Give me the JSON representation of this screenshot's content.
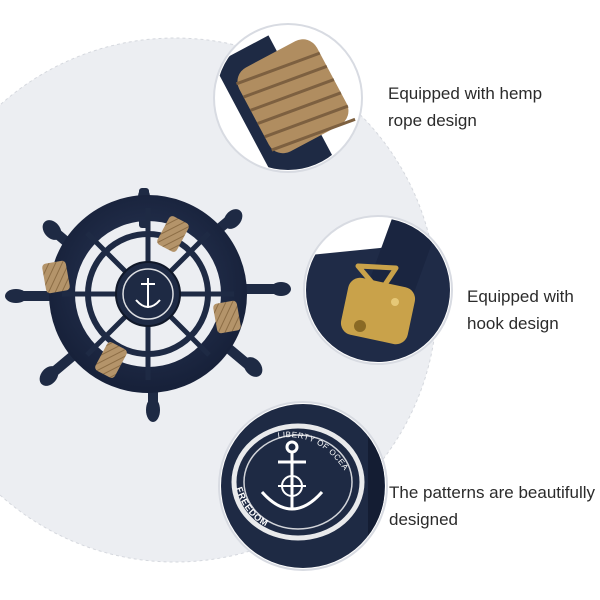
{
  "features": [
    {
      "id": "rope",
      "lines": [
        "Equipped with hemp",
        "rope design"
      ]
    },
    {
      "id": "hook",
      "lines": [
        "Equipped with",
        "hook design"
      ]
    },
    {
      "id": "pattern",
      "lines": [
        "The patterns are beautifully",
        "designed"
      ]
    }
  ],
  "medallion": {
    "top_text": "LIBERTY OF OCEAN",
    "bottom_text": "FREEDOM"
  },
  "colors": {
    "navy": "#1e2a44",
    "navy_dark": "#141d33",
    "rope": "#b4946a",
    "brass": "#c9a24a",
    "backdrop": "#eceef2",
    "ring": "#d8dbe2"
  }
}
